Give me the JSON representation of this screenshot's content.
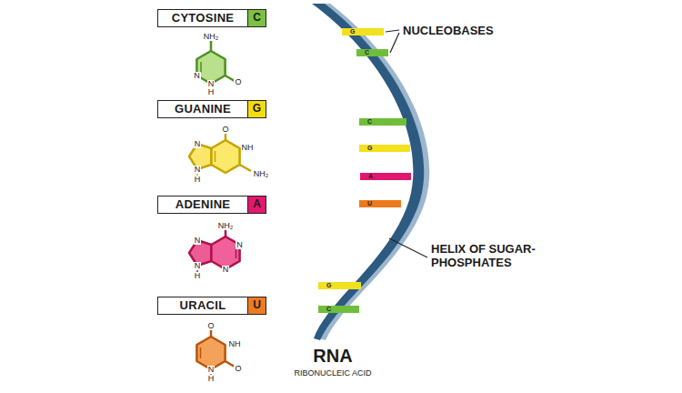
{
  "diagram": {
    "nodes": [
      {
        "text": [
          "CYTOSINE",
          "C"
        ]
      },
      {
        "text": [
          "GUANINE",
          "G"
        ]
      },
      {
        "text": [
          "ADENINE",
          "A"
        ]
      },
      {
        "text": [
          "URACIL",
          "U"
        ]
      },
      {
        "text": [
          "G"
        ]
      },
      {
        "text": [
          "C"
        ]
      },
      {
        "text": [
          "C"
        ]
      },
      {
        "text": [
          "G"
        ]
      },
      {
        "text": [
          "A"
        ]
      },
      {
        "text": [
          "U"
        ]
      },
      {
        "text": [
          "G"
        ]
      },
      {
        "text": [
          "C"
        ]
      }
    ],
    "labels": [
      "NUCLEOBASES",
      "HELIX OF SUGAR-PHOSPHATES",
      "RNA",
      "RIBONUCLEIC ACID",
      "NH₂",
      "N",
      "N",
      "H",
      "O",
      "O",
      "NH",
      "NH₂",
      "N",
      "N",
      "H",
      "NH₂",
      "N",
      "N",
      "N",
      "N",
      "H",
      "O",
      "NH",
      "O",
      "N",
      "H"
    ]
  }
}
